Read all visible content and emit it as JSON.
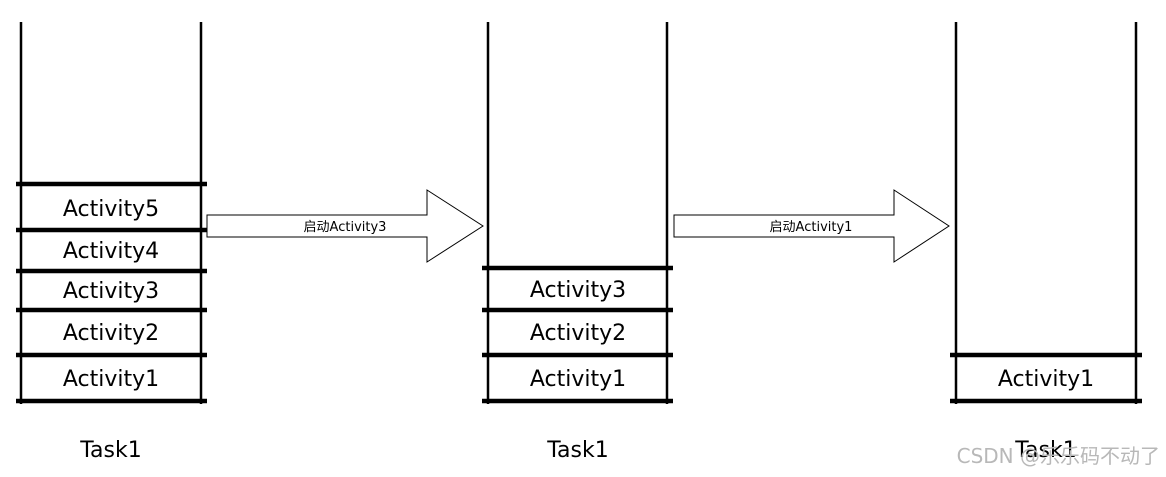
{
  "tasks": [
    {
      "label": "Task1",
      "activities": [
        "Activity5",
        "Activity4",
        "Activity3",
        "Activity2",
        "Activity1"
      ]
    },
    {
      "label": "Task1",
      "activities": [
        "Activity3",
        "Activity2",
        "Activity1"
      ]
    },
    {
      "label": "Task1",
      "activities": [
        "Activity1"
      ]
    }
  ],
  "arrows": [
    {
      "label": "启动Activity3"
    },
    {
      "label": "启动Activity1"
    }
  ],
  "watermark": "CSDN @乐乐码不动了"
}
